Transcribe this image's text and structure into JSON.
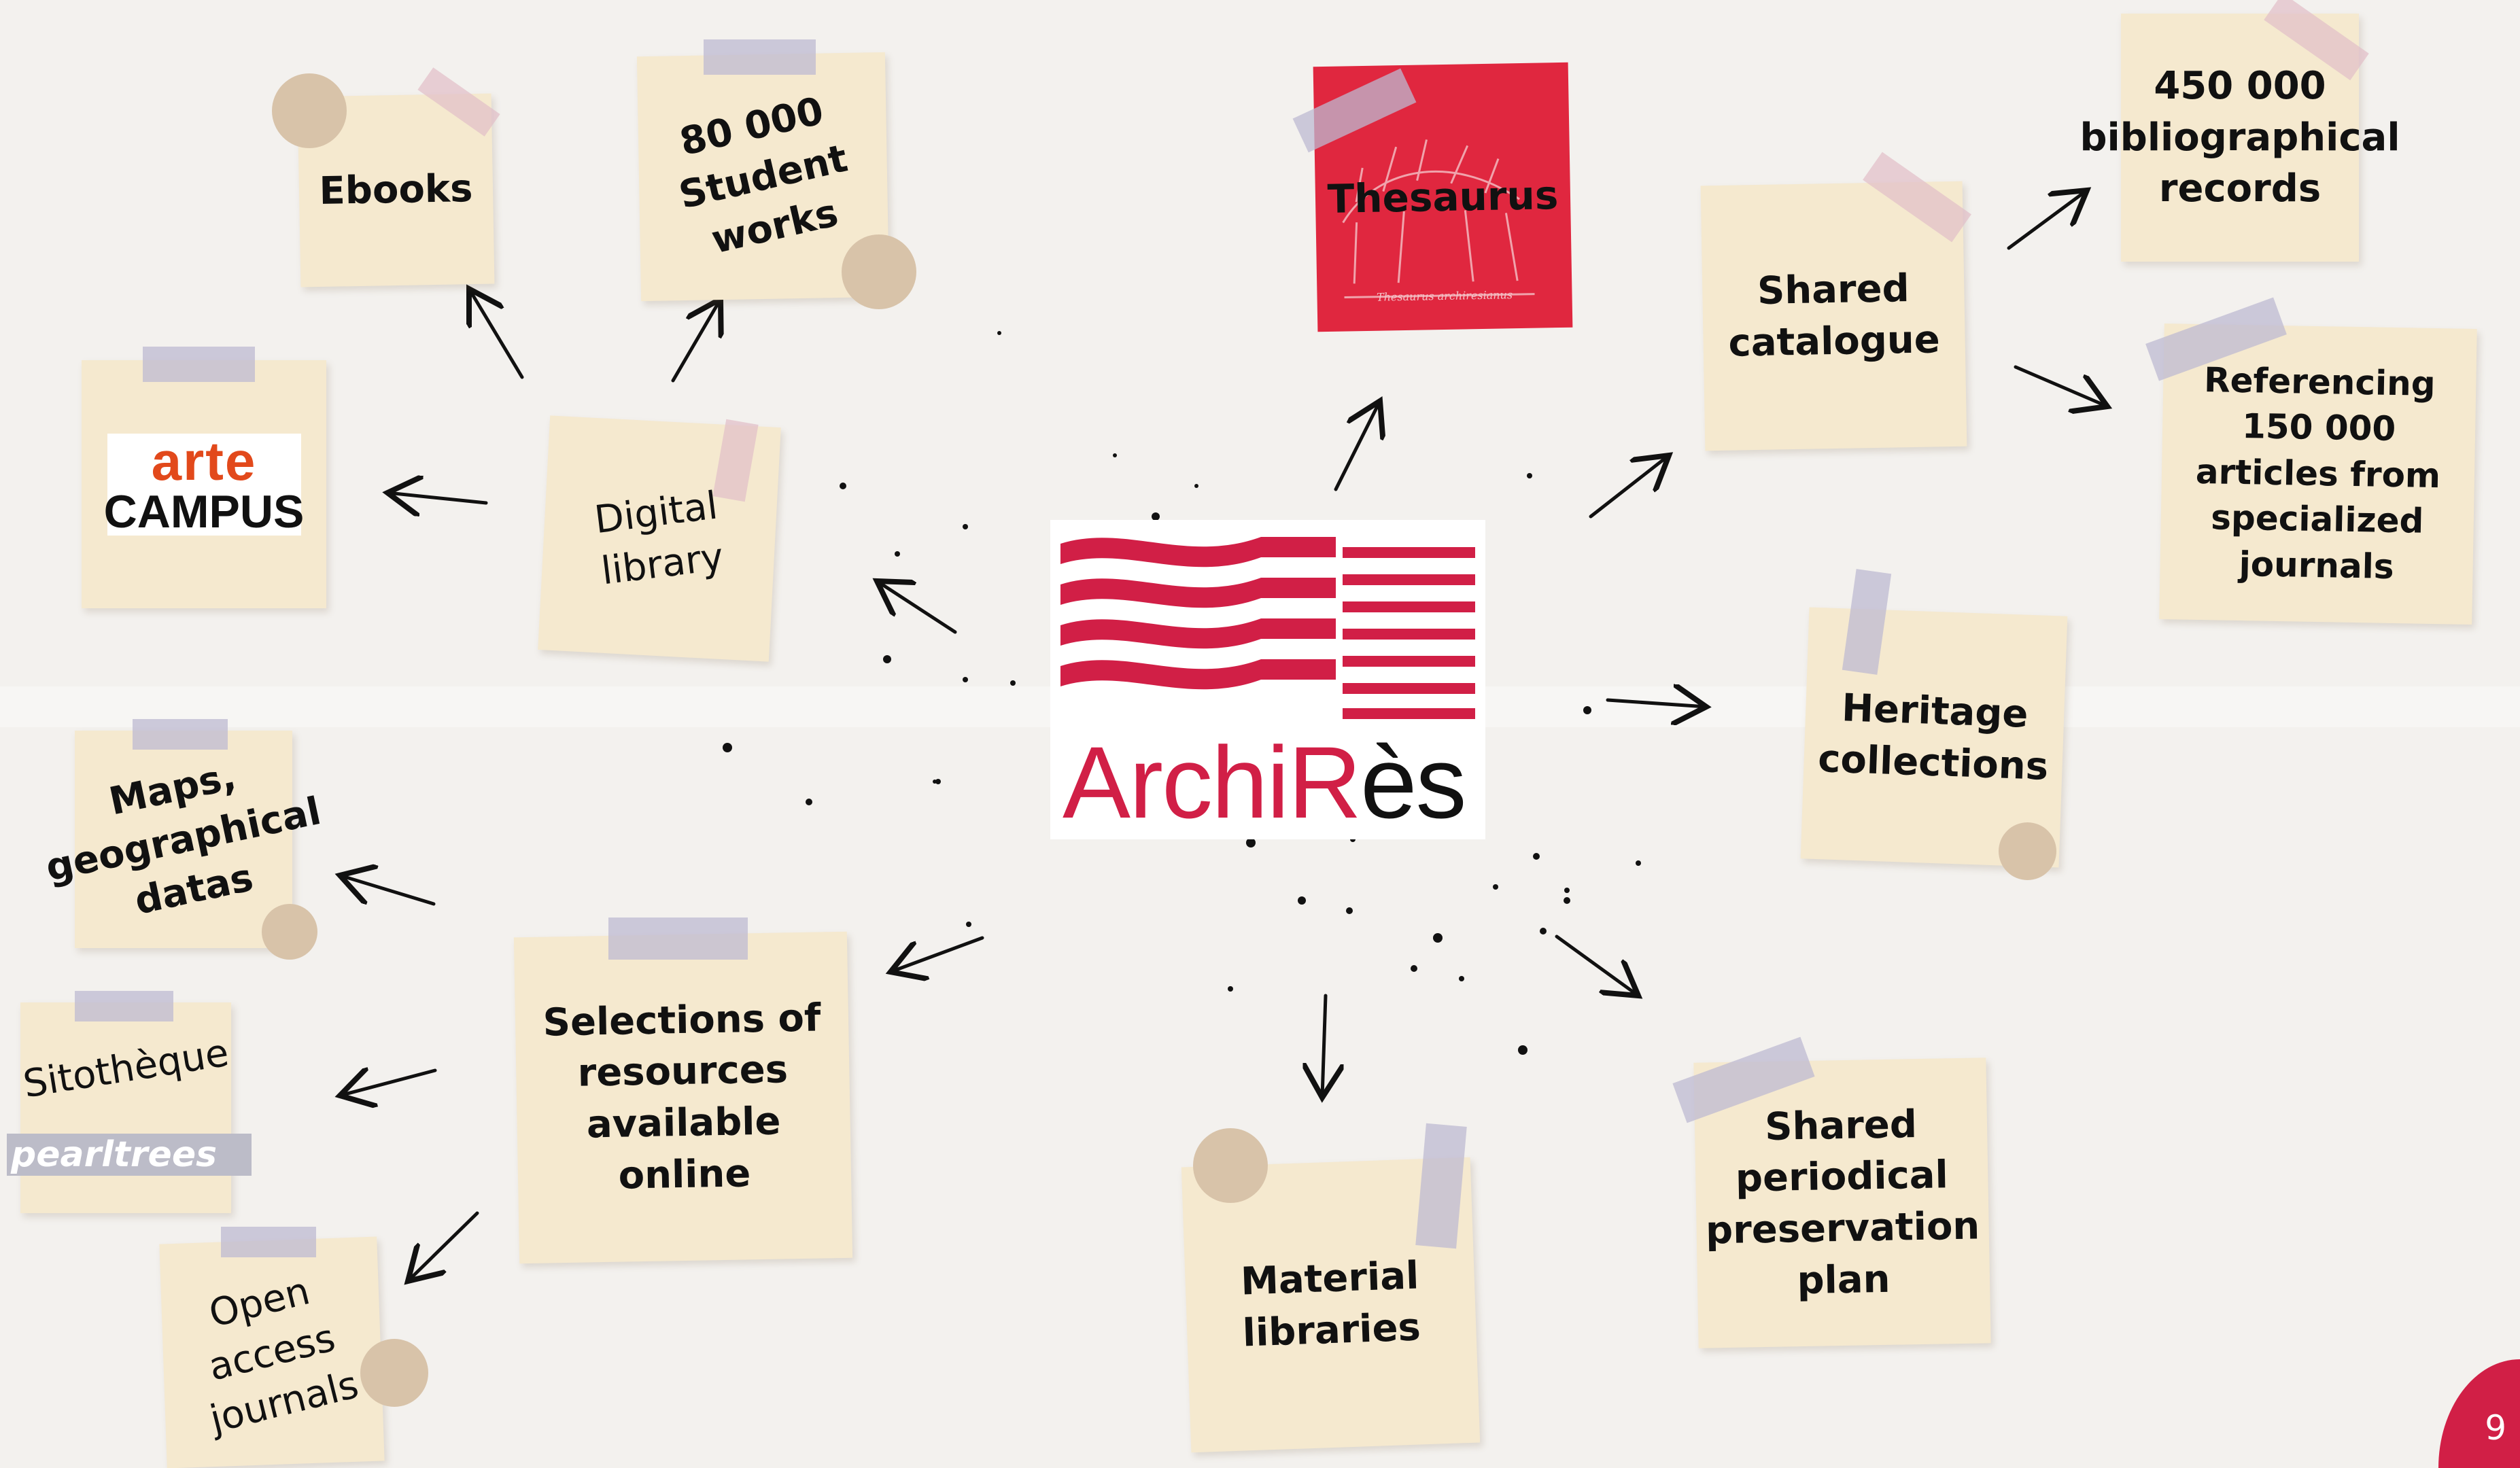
{
  "center": {
    "logo_text_part1": "Archi",
    "logo_text_r": "R",
    "logo_text_part2": "ès"
  },
  "notes": {
    "ebooks": "Ebooks",
    "student_works_line1": "80 000",
    "student_works_line2": "Student",
    "student_works_line3": "works",
    "arte_line1": "arte",
    "arte_line2": "CAMPUS",
    "digital_library_line1": "Digital",
    "digital_library_line2": "library",
    "thesaurus": "Thesaurus",
    "thesaurus_caption": "Thesaurus archiresianus",
    "shared_catalogue_line1": "Shared",
    "shared_catalogue_line2": "catalogue",
    "records_line1": "450 000",
    "records_line2": "bibliographical",
    "records_line3": "records",
    "articles_line1": "Referencing 150 000",
    "articles_line2": "articles from",
    "articles_line3": "specialized journals",
    "heritage_line1": "Heritage",
    "heritage_line2": "collections",
    "maps_line1": "Maps,",
    "maps_line2": "geographical",
    "maps_line3": "datas",
    "selections_line1": "Selections of",
    "selections_line2": "resources",
    "selections_line3": "available",
    "selections_line4": "online",
    "sitotheque": "Sitothèque",
    "pearltrees": "pearltrees",
    "open_access_line1": "Open",
    "open_access_line2": "access",
    "open_access_line3": "journals",
    "material_line1": "Material",
    "material_line2": "libraries",
    "periodical_line1": "Shared",
    "periodical_line2": "periodical",
    "periodical_line3": "preservation",
    "periodical_line4": "plan"
  },
  "page_number": "9",
  "colors": {
    "brand_red": "#d11f46",
    "note": "#f5e9cf",
    "tape": "#bebad2"
  }
}
